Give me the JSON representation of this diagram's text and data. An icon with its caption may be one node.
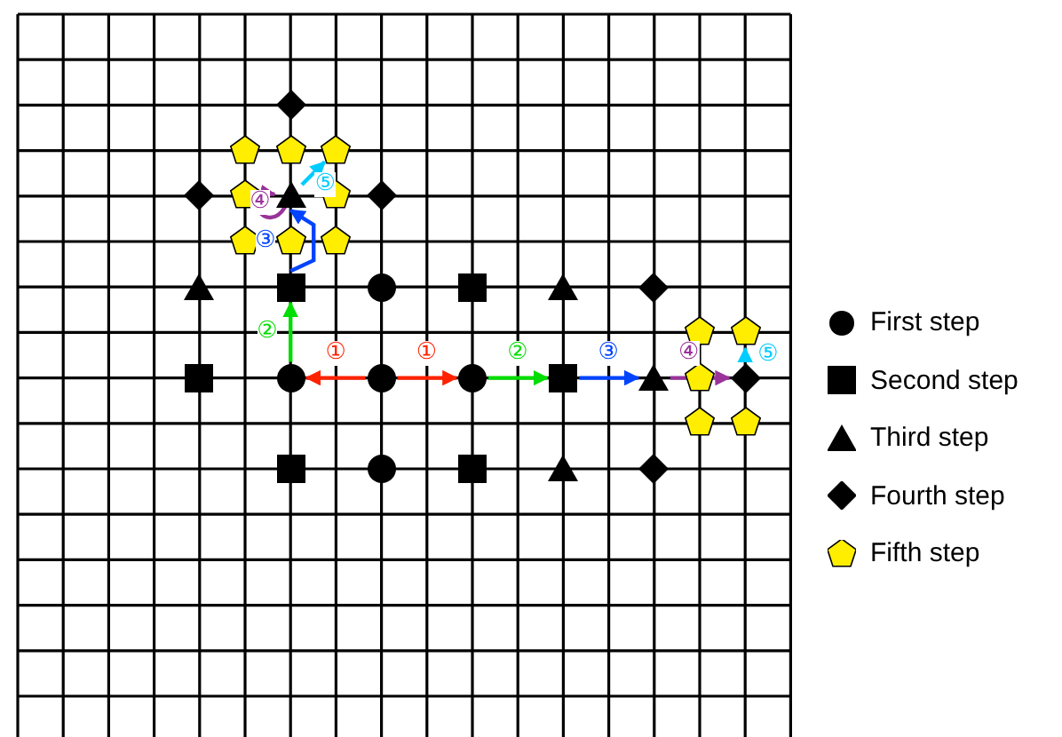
{
  "diagram": {
    "nodes": [
      {
        "text": [],
        "shape": "diamond"
      },
      {
        "text": [],
        "shape": "pentagon"
      },
      {
        "text": [],
        "shape": "pentagon"
      },
      {
        "text": [],
        "shape": "pentagon"
      },
      {
        "text": [],
        "shape": "diamond"
      },
      {
        "text": [],
        "shape": "pentagon"
      },
      {
        "text": [],
        "shape": "triangle"
      },
      {
        "text": [],
        "shape": "pentagon"
      },
      {
        "text": [],
        "shape": "diamond"
      },
      {
        "text": [],
        "shape": "pentagon"
      },
      {
        "text": [],
        "shape": "pentagon"
      },
      {
        "text": [],
        "shape": "pentagon"
      },
      {
        "text": [],
        "shape": "triangle"
      },
      {
        "text": [],
        "shape": "box"
      },
      {
        "text": [],
        "shape": "circle"
      },
      {
        "text": [],
        "shape": "box"
      },
      {
        "text": [],
        "shape": "triangle"
      },
      {
        "text": [],
        "shape": "diamond"
      },
      {
        "text": [],
        "shape": "pentagon"
      },
      {
        "text": [],
        "shape": "pentagon"
      },
      {
        "text": [],
        "shape": "box"
      },
      {
        "text": [],
        "shape": "circle"
      },
      {
        "text": [],
        "shape": "circle"
      },
      {
        "text": [],
        "shape": "circle"
      },
      {
        "text": [],
        "shape": "box"
      },
      {
        "text": [],
        "shape": "triangle"
      },
      {
        "text": [],
        "shape": "pentagon"
      },
      {
        "text": [],
        "shape": "diamond"
      },
      {
        "text": [],
        "shape": "pentagon"
      },
      {
        "text": [],
        "shape": "pentagon"
      },
      {
        "text": [],
        "shape": "box"
      },
      {
        "text": [],
        "shape": "circle"
      },
      {
        "text": [],
        "shape": "box"
      },
      {
        "text": [],
        "shape": "triangle"
      },
      {
        "text": [],
        "shape": "diamond"
      }
    ],
    "edges": [
      {
        "from": 22,
        "to": 21,
        "arrow": "to",
        "label": "①",
        "color": "#ff2200"
      },
      {
        "from": 22,
        "to": 23,
        "arrow": "to",
        "label": "①",
        "color": "#ff2200"
      },
      {
        "from": 23,
        "to": 24,
        "arrow": "to",
        "label": "②",
        "color": "#00dd00"
      },
      {
        "from": 21,
        "to": 13,
        "arrow": "to",
        "label": "②",
        "color": "#00dd00"
      },
      {
        "from": 24,
        "to": 25,
        "arrow": "to",
        "label": "③",
        "color": "#0044ff"
      },
      {
        "from": 13,
        "to": 6,
        "arrow": "to",
        "label": "③",
        "color": "#0044ff"
      },
      {
        "from": 25,
        "to": 27,
        "arrow": "to",
        "label": "④",
        "color": "#993399"
      },
      {
        "from": 6,
        "to": 6,
        "arrow": "to",
        "label": "④",
        "color": "#993399"
      },
      {
        "from": 27,
        "to": 19,
        "arrow": "to",
        "label": "⑤",
        "color": "#00ccff"
      },
      {
        "from": 6,
        "to": 3,
        "arrow": "to",
        "label": "⑤",
        "color": "#00ccff"
      }
    ],
    "legend": [
      {
        "text": "First step"
      },
      {
        "text": "Second step"
      },
      {
        "text": "Third step"
      },
      {
        "text": "Fourth step"
      },
      {
        "text": "Fifth step"
      }
    ]
  }
}
